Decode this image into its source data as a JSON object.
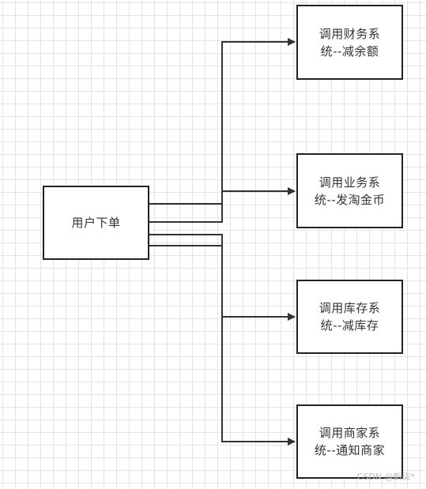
{
  "nodes": {
    "order": {
      "label": "用户下单"
    },
    "finance": {
      "line1": "调用财务系",
      "line2": "统--减余额"
    },
    "business": {
      "line1": "调用业务系",
      "line2": "统--发淘金币"
    },
    "inventory": {
      "line1": "调用库存系",
      "line2": "统--减库存"
    },
    "merchant": {
      "line1": "调用商家系",
      "line2": "统--通知商家"
    }
  },
  "edges": [
    {
      "from": "order",
      "to": "finance"
    },
    {
      "from": "order",
      "to": "business"
    },
    {
      "from": "order",
      "to": "inventory"
    },
    {
      "from": "order",
      "to": "merchant"
    }
  ],
  "colors": {
    "border": "#222222",
    "text": "#333333",
    "connector": "#333333",
    "grid": "#e3e3e3"
  },
  "watermark": "CSDN @新柒*"
}
